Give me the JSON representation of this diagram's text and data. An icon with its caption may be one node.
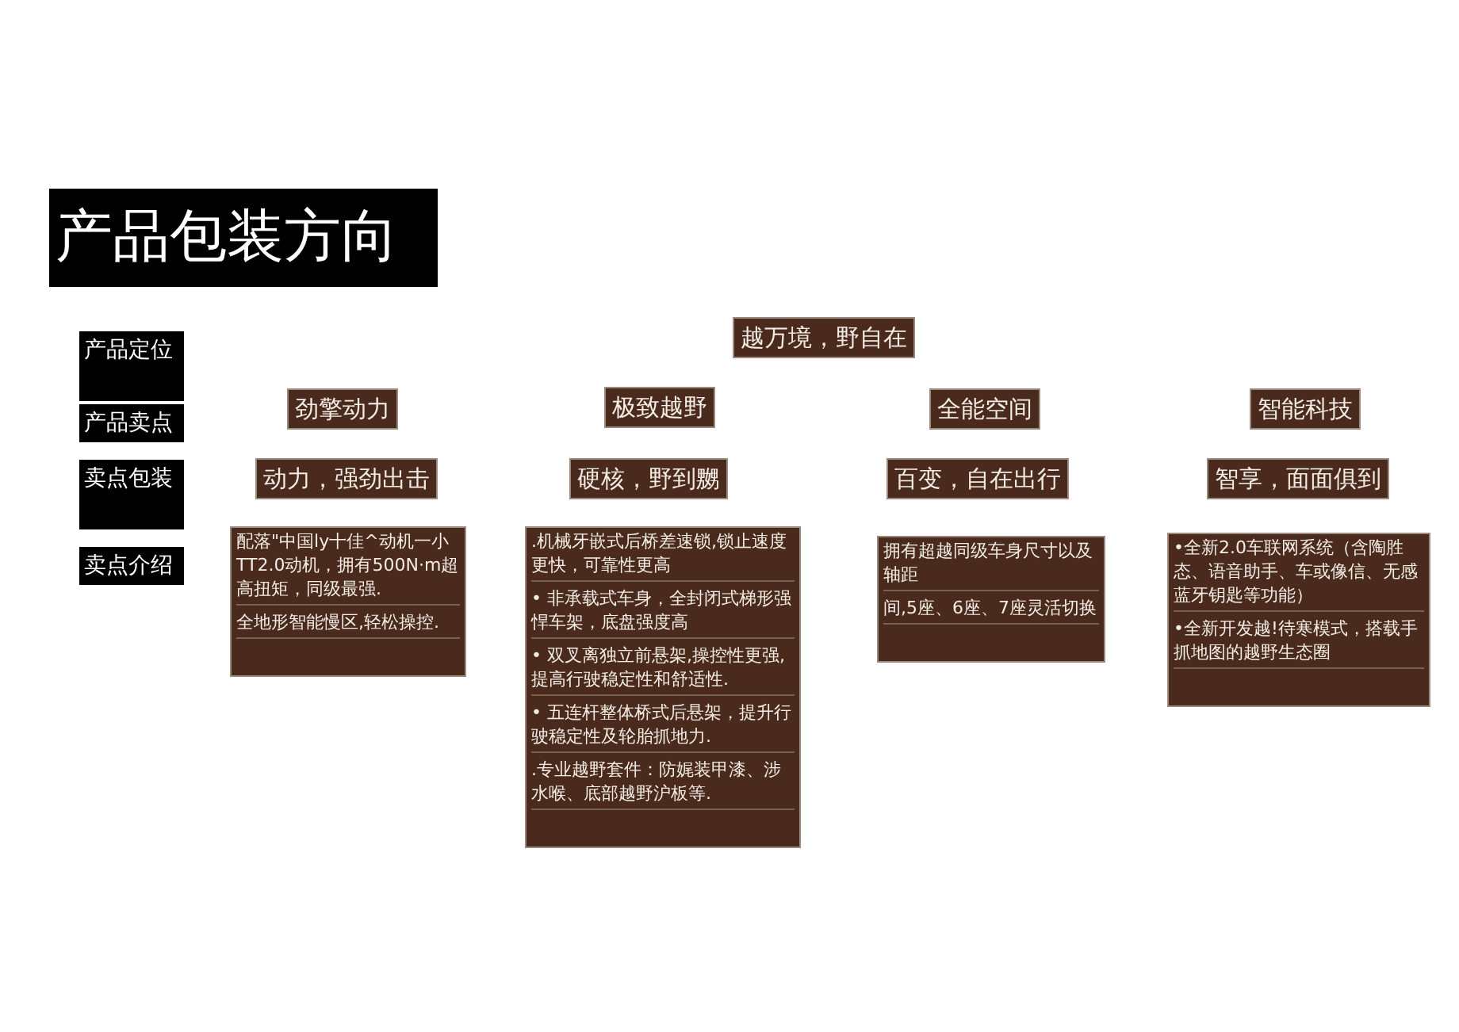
{
  "diagram": {
    "title": "产品包装方向",
    "nodes": [
      {
        "text": [
          "越万境，野自在"
        ]
      },
      {
        "text": [
          "劲擎动力"
        ]
      },
      {
        "text": [
          "极致越野"
        ]
      },
      {
        "text": [
          "全能空间"
        ]
      },
      {
        "text": [
          "智能科技"
        ]
      },
      {
        "text": [
          "动力，强劲出击"
        ]
      },
      {
        "text": [
          "硬核，野到嬲"
        ]
      },
      {
        "text": [
          "百变，自在出行"
        ]
      },
      {
        "text": [
          "智享，面面俱到"
        ]
      },
      {
        "text": [
          "配落\"中国ly十佳^动机一小TT2.0动机，拥有500N·m超高扭矩，同级最强.",
          "全地形智能慢区,轻松操控."
        ]
      },
      {
        "text": [
          ".机械牙嵌式后桥差速锁,锁止速度更快，可靠性更高",
          "• 非承载式车身，全封闭式梯形强悍车架，底盘强度高",
          "• 双叉离独立前悬架,操控性更强,提高行驶稳定性和舒适性.",
          "• 五连杆整体桥式后悬架，提升行驶稳定性及轮胎抓地力.",
          ".专业越野套件：防娓装甲漆、涉水喉、底部越野沪板等."
        ]
      },
      {
        "text": [
          "拥有超越同级车身尺寸以及轴距",
          "间,5座、6座、7座灵活切换"
        ]
      },
      {
        "text": [
          "•全新2.0车联网系统（含陶胜态、语音助手、车或像信、无感蓝牙钥匙等功能）",
          "•全新开发越!待寒模式，搭载手抓地图的越野生态圈"
        ]
      }
    ],
    "labels": [
      "产品定位",
      "产品卖点",
      "卖点包装",
      "卖点介绍"
    ]
  }
}
